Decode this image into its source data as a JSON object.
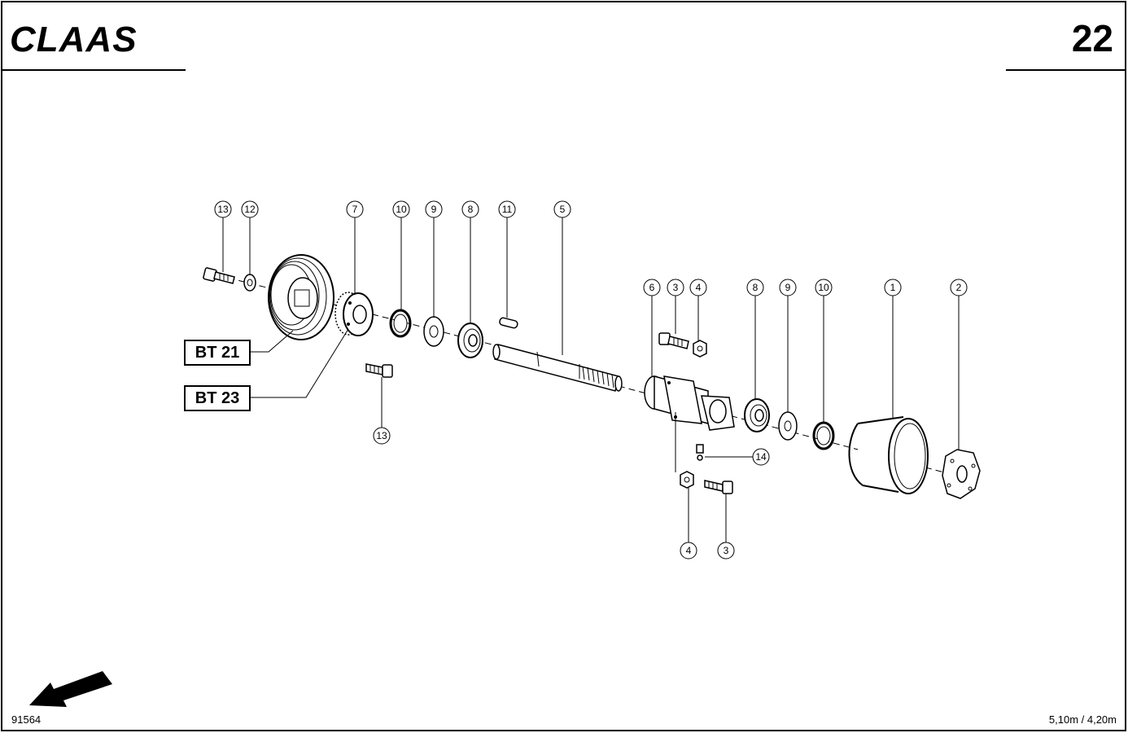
{
  "header": {
    "logo": "CLAAS",
    "page_number": "22"
  },
  "footer": {
    "drawing_number": "91564",
    "working_widths": "5,10m / 4,20m"
  },
  "references": {
    "bt21": "BT 21",
    "bt23": "BT 23"
  },
  "callouts": [
    {
      "id": "c13a",
      "label": "13"
    },
    {
      "id": "c12",
      "label": "12"
    },
    {
      "id": "c7",
      "label": "7"
    },
    {
      "id": "c10a",
      "label": "10"
    },
    {
      "id": "c9a",
      "label": "9"
    },
    {
      "id": "c8a",
      "label": "8"
    },
    {
      "id": "c11",
      "label": "11"
    },
    {
      "id": "c5",
      "label": "5"
    },
    {
      "id": "c13b",
      "label": "13"
    },
    {
      "id": "c6",
      "label": "6"
    },
    {
      "id": "c3a",
      "label": "3"
    },
    {
      "id": "c4a",
      "label": "4"
    },
    {
      "id": "c8b",
      "label": "8"
    },
    {
      "id": "c9b",
      "label": "9"
    },
    {
      "id": "c10b",
      "label": "10"
    },
    {
      "id": "c1",
      "label": "1"
    },
    {
      "id": "c2",
      "label": "2"
    },
    {
      "id": "c14",
      "label": "14"
    },
    {
      "id": "c4b",
      "label": "4"
    },
    {
      "id": "c3b",
      "label": "3"
    }
  ]
}
